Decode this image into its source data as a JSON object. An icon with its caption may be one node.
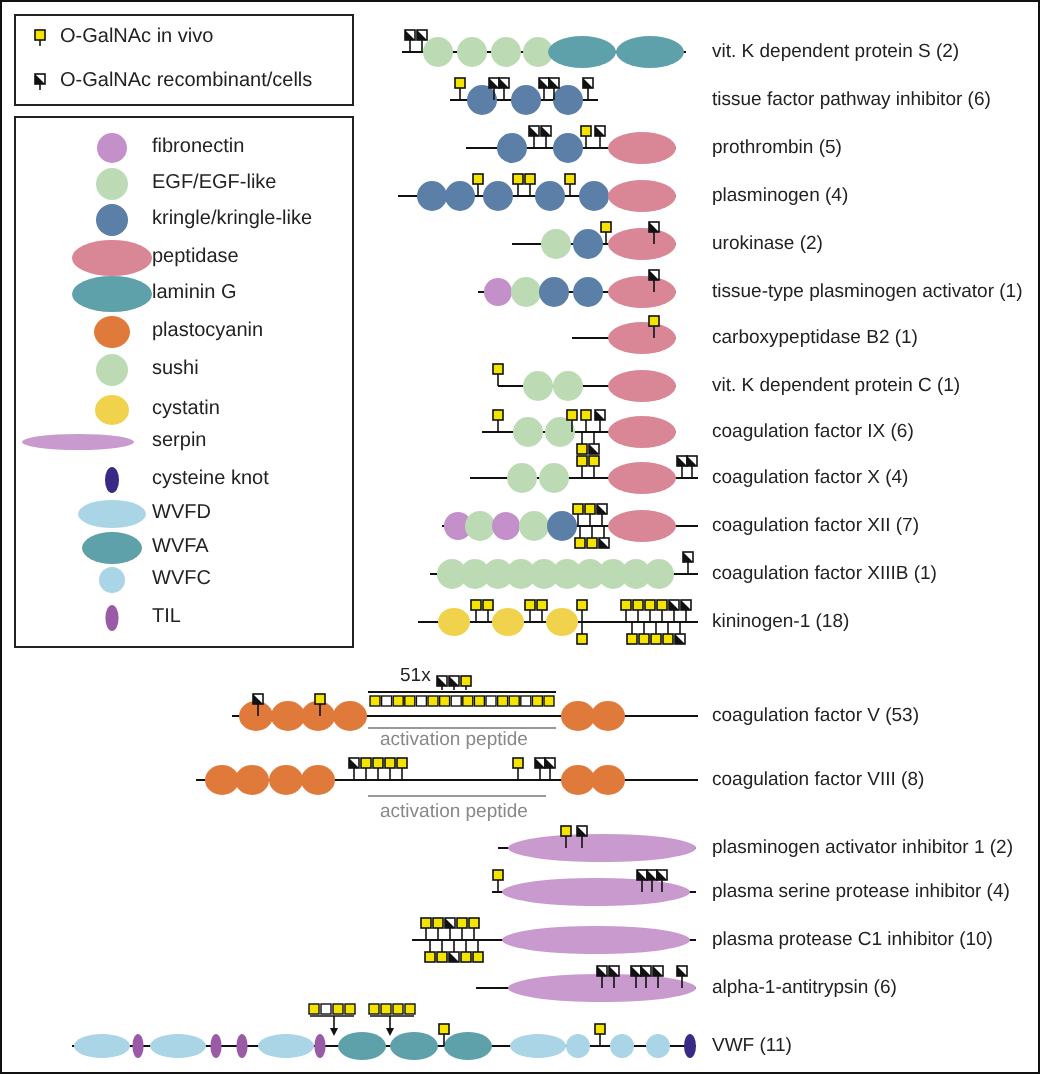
{
  "diagram": {
    "labels": [
      "vit. K dependent protein S (2)",
      "tissue factor pathway inhibitor (6)",
      "prothrombin (5)",
      "plasminogen (4)",
      "urokinase (2)",
      "tissue-type plasminogen activator (1)",
      "carboxypeptidase B2 (1)",
      "vit. K dependent protein C (1)",
      "coagulation factor IX (6)",
      "coagulation factor X (4)",
      "coagulation factor XII (7)",
      "coagulation factor XIIIB (1)",
      "kininogen-1 (18)",
      "51x",
      "coagulation factor V (53)",
      "activation peptide",
      "coagulation factor VIII (8)",
      "activation peptide",
      "plasminogen activator inhibitor 1 (2)",
      "plasma serine protease inhibitor (4)",
      "plasma protease C1 inhibitor (10)",
      "alpha-1-antitrypsin (6)",
      "VWF (11)"
    ],
    "legend": [
      {
        "text": "O-GalNAc in vivo"
      },
      {
        "text": "O-GalNAc recombinant/cells"
      },
      {
        "text": "fibronectin",
        "color": "#c490c9"
      },
      {
        "text": "EGF/EGF-like",
        "color": "#bcdbb5"
      },
      {
        "text": "kringle/kringle-like",
        "color": "#5b7fa6"
      },
      {
        "text": "peptidase",
        "color": "#d98797"
      },
      {
        "text": "laminin G",
        "color": "#5fa1aa"
      },
      {
        "text": "plastocyanin",
        "color": "#e07a3a"
      },
      {
        "text": "sushi",
        "color": "#bcdbb5"
      },
      {
        "text": "cystatin",
        "color": "#f1d24c"
      },
      {
        "text": "serpin",
        "color": "#c99acd"
      },
      {
        "text": "cysteine knot",
        "color": "#3a2a86"
      },
      {
        "text": "WVFD",
        "color": "#a9d5e6"
      },
      {
        "text": "WVFA",
        "color": "#5fa1aa"
      },
      {
        "text": "WVFC",
        "color": "#a9d5e6"
      },
      {
        "text": "TIL",
        "color": "#9a5aa6"
      }
    ]
  }
}
